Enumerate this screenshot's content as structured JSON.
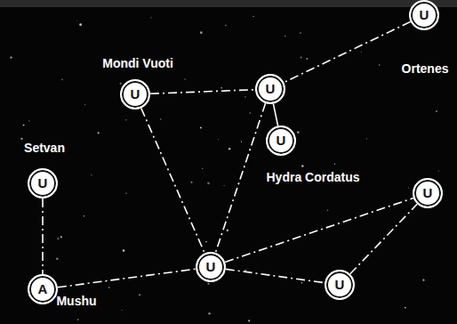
{
  "diagram": {
    "nodes": [
      {
        "text": [
          "U",
          "Ortenes"
        ]
      },
      {
        "text": [
          "U",
          "Mondi Vuoti"
        ]
      },
      {
        "text": [
          "U"
        ]
      },
      {
        "text": [
          "U",
          "Hydra Cordatus"
        ]
      },
      {
        "text": [
          "U",
          "Setvan"
        ]
      },
      {
        "text": [
          "U"
        ]
      },
      {
        "text": [
          "U"
        ]
      },
      {
        "text": [
          "U"
        ]
      },
      {
        "text": [
          "A",
          "Mushu"
        ]
      }
    ],
    "edges": [
      {
        "from": 0,
        "to": 2,
        "arrow": "none"
      },
      {
        "from": 1,
        "to": 2,
        "arrow": "none"
      },
      {
        "from": 2,
        "to": 3,
        "arrow": "none"
      },
      {
        "from": 1,
        "to": 6,
        "arrow": "none"
      },
      {
        "from": 2,
        "to": 6,
        "arrow": "none"
      },
      {
        "from": 4,
        "to": 8,
        "arrow": "none"
      },
      {
        "from": 8,
        "to": 6,
        "arrow": "none"
      },
      {
        "from": 6,
        "to": 5,
        "arrow": "none"
      },
      {
        "from": 6,
        "to": 7,
        "arrow": "none"
      },
      {
        "from": 7,
        "to": 5,
        "arrow": "none"
      }
    ]
  }
}
